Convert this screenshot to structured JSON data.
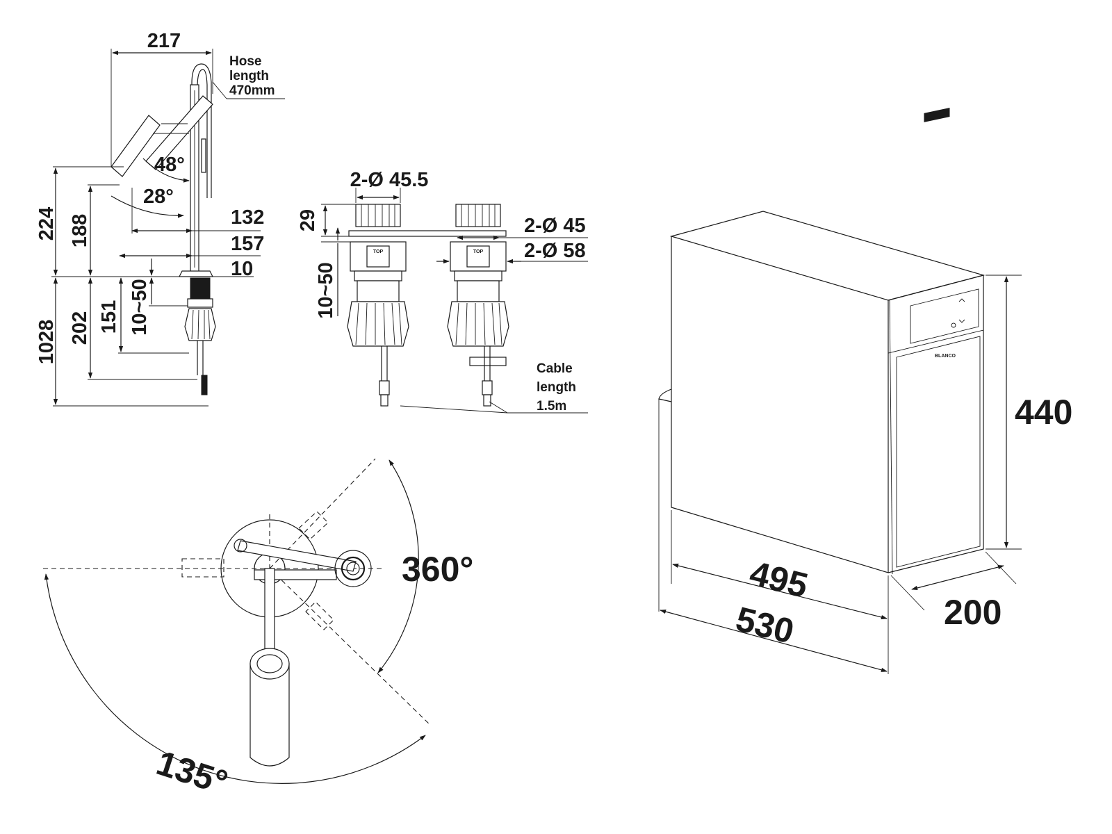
{
  "faucet_side": {
    "width_217": "217",
    "hose_line1": "Hose",
    "hose_line2": "length",
    "hose_line3": "470mm",
    "angle_48": "48°",
    "angle_28": "28°",
    "dim_224": "224",
    "dim_188": "188",
    "dim_132": "132",
    "dim_157": "157",
    "dim_10": "10",
    "dim_1028": "1028",
    "dim_202": "202",
    "dim_151": "151",
    "dim_10_50": "10~50"
  },
  "connectors": {
    "dia_45_5": "2-Ø 45.5",
    "dim_29": "29",
    "dia_45": "2-Ø 45",
    "dia_58": "2-Ø 58",
    "dim_10_50": "10~50",
    "top_label_1": "TOP",
    "top_label_2": "TOP",
    "cable_line1": "Cable",
    "cable_line2": "length",
    "cable_line3": "1.5m"
  },
  "top_view": {
    "angle_360": "360°",
    "angle_135": "135°"
  },
  "boiler_unit": {
    "brand": "BLANCO",
    "height_440": "440",
    "width_495": "495",
    "width_530": "530",
    "depth_200": "200"
  }
}
